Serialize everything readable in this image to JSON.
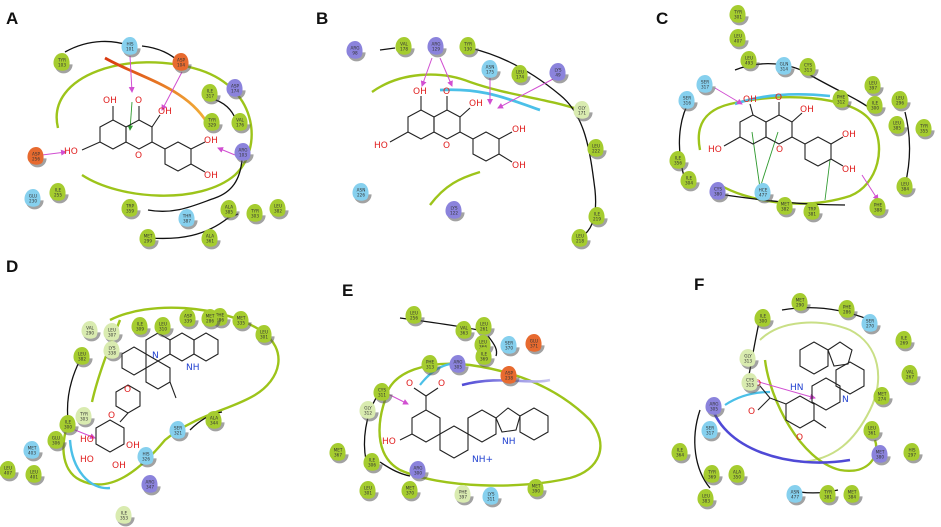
{
  "panels": [
    {
      "label": "A",
      "residues": [
        {
          "name": "TYR 103"
        },
        {
          "name": "HIS 101"
        },
        {
          "name": "ASP 104"
        },
        {
          "name": "ILE 317"
        },
        {
          "name": "ASP 174"
        },
        {
          "name": "TYR 329"
        },
        {
          "name": "VAL 176"
        },
        {
          "name": "ARG 103"
        },
        {
          "name": "ASP 256"
        },
        {
          "name": "ILE 255"
        },
        {
          "name": "GLU 230"
        },
        {
          "name": "TRP 359"
        },
        {
          "name": "THR 387"
        },
        {
          "name": "ALA 385"
        },
        {
          "name": "TYR 303"
        },
        {
          "name": "LEU 382"
        },
        {
          "name": "MET 299"
        },
        {
          "name": "ALA 361"
        }
      ],
      "atoms": [
        "OH",
        "O",
        "OH",
        "HO",
        "OH",
        "OH",
        "O"
      ]
    },
    {
      "label": "B",
      "residues": [
        {
          "name": "ARG 98"
        },
        {
          "name": "VAL 178"
        },
        {
          "name": "ARG 129"
        },
        {
          "name": "TYR 130"
        },
        {
          "name": "ASN 175"
        },
        {
          "name": "LEU 174"
        },
        {
          "name": "LYS 49"
        },
        {
          "name": "GLY 171"
        },
        {
          "name": "LEU 222"
        },
        {
          "name": "ASN 226"
        },
        {
          "name": "LYS 122"
        },
        {
          "name": "ILE 219"
        },
        {
          "name": "LEU 218"
        }
      ],
      "atoms": [
        "OH",
        "O",
        "OH",
        "HO",
        "OH",
        "OH",
        "O"
      ]
    },
    {
      "label": "C",
      "residues": [
        {
          "name": "TYR 301"
        },
        {
          "name": "LEU 407"
        },
        {
          "name": "LEU 493"
        },
        {
          "name": "GLN 314"
        },
        {
          "name": "CYS 313"
        },
        {
          "name": "SER 317"
        },
        {
          "name": "LEU 397"
        },
        {
          "name": "PHE 312"
        },
        {
          "name": "ILE 300"
        },
        {
          "name": "LEU 296"
        },
        {
          "name": "SER 316"
        },
        {
          "name": "LEU 385"
        },
        {
          "name": "ILE 356"
        },
        {
          "name": "ILE 304"
        },
        {
          "name": "TYR 355"
        },
        {
          "name": "LEU 384"
        },
        {
          "name": "CYS 380"
        },
        {
          "name": "HCE 477"
        },
        {
          "name": "MET 382"
        },
        {
          "name": "TRP 381"
        },
        {
          "name": "PHE 388"
        }
      ],
      "atoms": [
        "OH",
        "O",
        "OH",
        "HO",
        "OH",
        "OH",
        "O"
      ]
    },
    {
      "label": "D",
      "residues": [
        {
          "name": "PHE 286"
        },
        {
          "name": "MET 335"
        },
        {
          "name": "LEU 301"
        },
        {
          "name": "VAL 290"
        },
        {
          "name": "LEU 307"
        },
        {
          "name": "ILE 309"
        },
        {
          "name": "LEU 310"
        },
        {
          "name": "ASP 339"
        },
        {
          "name": "MET 286"
        },
        {
          "name": "LYS 338"
        },
        {
          "name": "LEU 382"
        },
        {
          "name": "TYR 303"
        },
        {
          "name": "ILE 300"
        },
        {
          "name": "MET 403"
        },
        {
          "name": "GLU 306"
        },
        {
          "name": "ALA 344"
        },
        {
          "name": "SER 321"
        },
        {
          "name": "LEU 407"
        },
        {
          "name": "LEU 401"
        },
        {
          "name": "ARG 347"
        },
        {
          "name": "HIS 326"
        },
        {
          "name": "ILE 353"
        }
      ],
      "atoms": [
        "O",
        "N",
        "NH",
        "O",
        "O",
        "HO",
        "HO",
        "OH",
        "OH"
      ]
    },
    {
      "label": "E",
      "residues": [
        {
          "name": "LEU 256"
        },
        {
          "name": "LEU 261"
        },
        {
          "name": "VAL 363"
        },
        {
          "name": "LEU 366"
        },
        {
          "name": "SER 370"
        },
        {
          "name": "GLU 371"
        },
        {
          "name": "ILE 369"
        },
        {
          "name": "PHE 313"
        },
        {
          "name": "ARG 305"
        },
        {
          "name": "ASP 238"
        },
        {
          "name": "CYS 311"
        },
        {
          "name": "GLY 312"
        },
        {
          "name": "MET 367"
        },
        {
          "name": "ILE 306"
        },
        {
          "name": "LEU 301"
        },
        {
          "name": "ARG 300"
        },
        {
          "name": "MET 370"
        },
        {
          "name": "PHE 397"
        },
        {
          "name": "LYS 311"
        },
        {
          "name": "MET 390"
        }
      ],
      "atoms": [
        "O",
        "O",
        "HO",
        "NH",
        "NH+"
      ]
    },
    {
      "label": "F",
      "residues": [
        {
          "name": "MET 290"
        },
        {
          "name": "PHE 286"
        },
        {
          "name": "ILE 300"
        },
        {
          "name": "SER 270"
        },
        {
          "name": "ILE 269"
        },
        {
          "name": "GLY 313"
        },
        {
          "name": "VAL 267"
        },
        {
          "name": "MET 274"
        },
        {
          "name": "CYS 315"
        },
        {
          "name": "ARG 305"
        },
        {
          "name": "SER 317"
        },
        {
          "name": "LEU 361"
        },
        {
          "name": "ILE 364"
        },
        {
          "name": "HIS 297"
        },
        {
          "name": "MET 380"
        },
        {
          "name": "TYR 369"
        },
        {
          "name": "LEU 383"
        },
        {
          "name": "ASN 477"
        },
        {
          "name": "TYR 381"
        },
        {
          "name": "MET 384"
        },
        {
          "name": "ALA 350"
        }
      ],
      "atoms": [
        "HN",
        "N",
        "O",
        "O",
        "O"
      ]
    }
  ]
}
